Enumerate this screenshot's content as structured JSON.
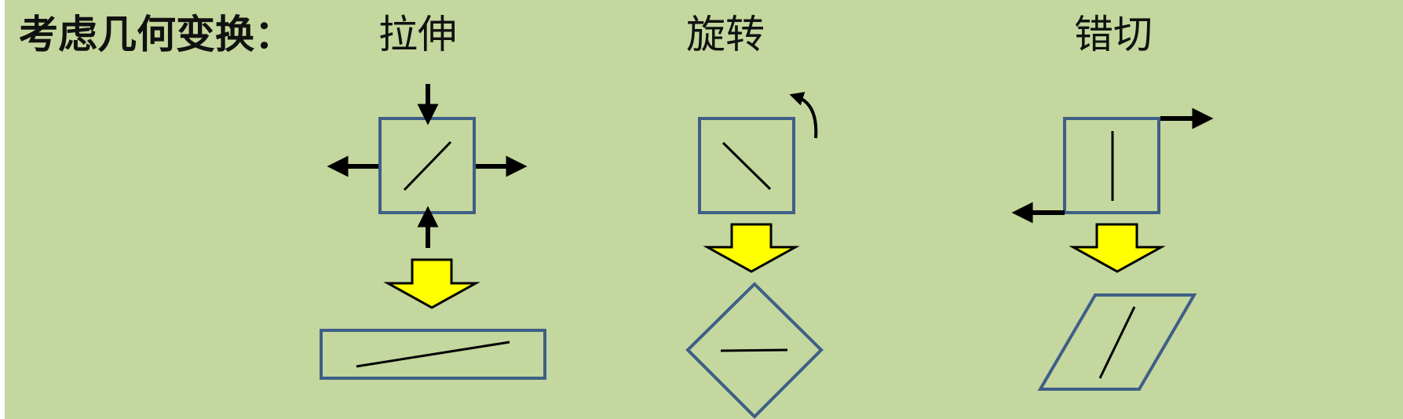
{
  "title": "考虑几何变换：",
  "transforms": [
    {
      "id": "stretch",
      "label": "拉伸"
    },
    {
      "id": "rotate",
      "label": "旋转"
    },
    {
      "id": "shear",
      "label": "错切"
    }
  ],
  "colors": {
    "background": "#c4d79e",
    "shape_stroke": "#3e5f86",
    "arrow_fill": "#ffff00",
    "ink": "#000000"
  }
}
